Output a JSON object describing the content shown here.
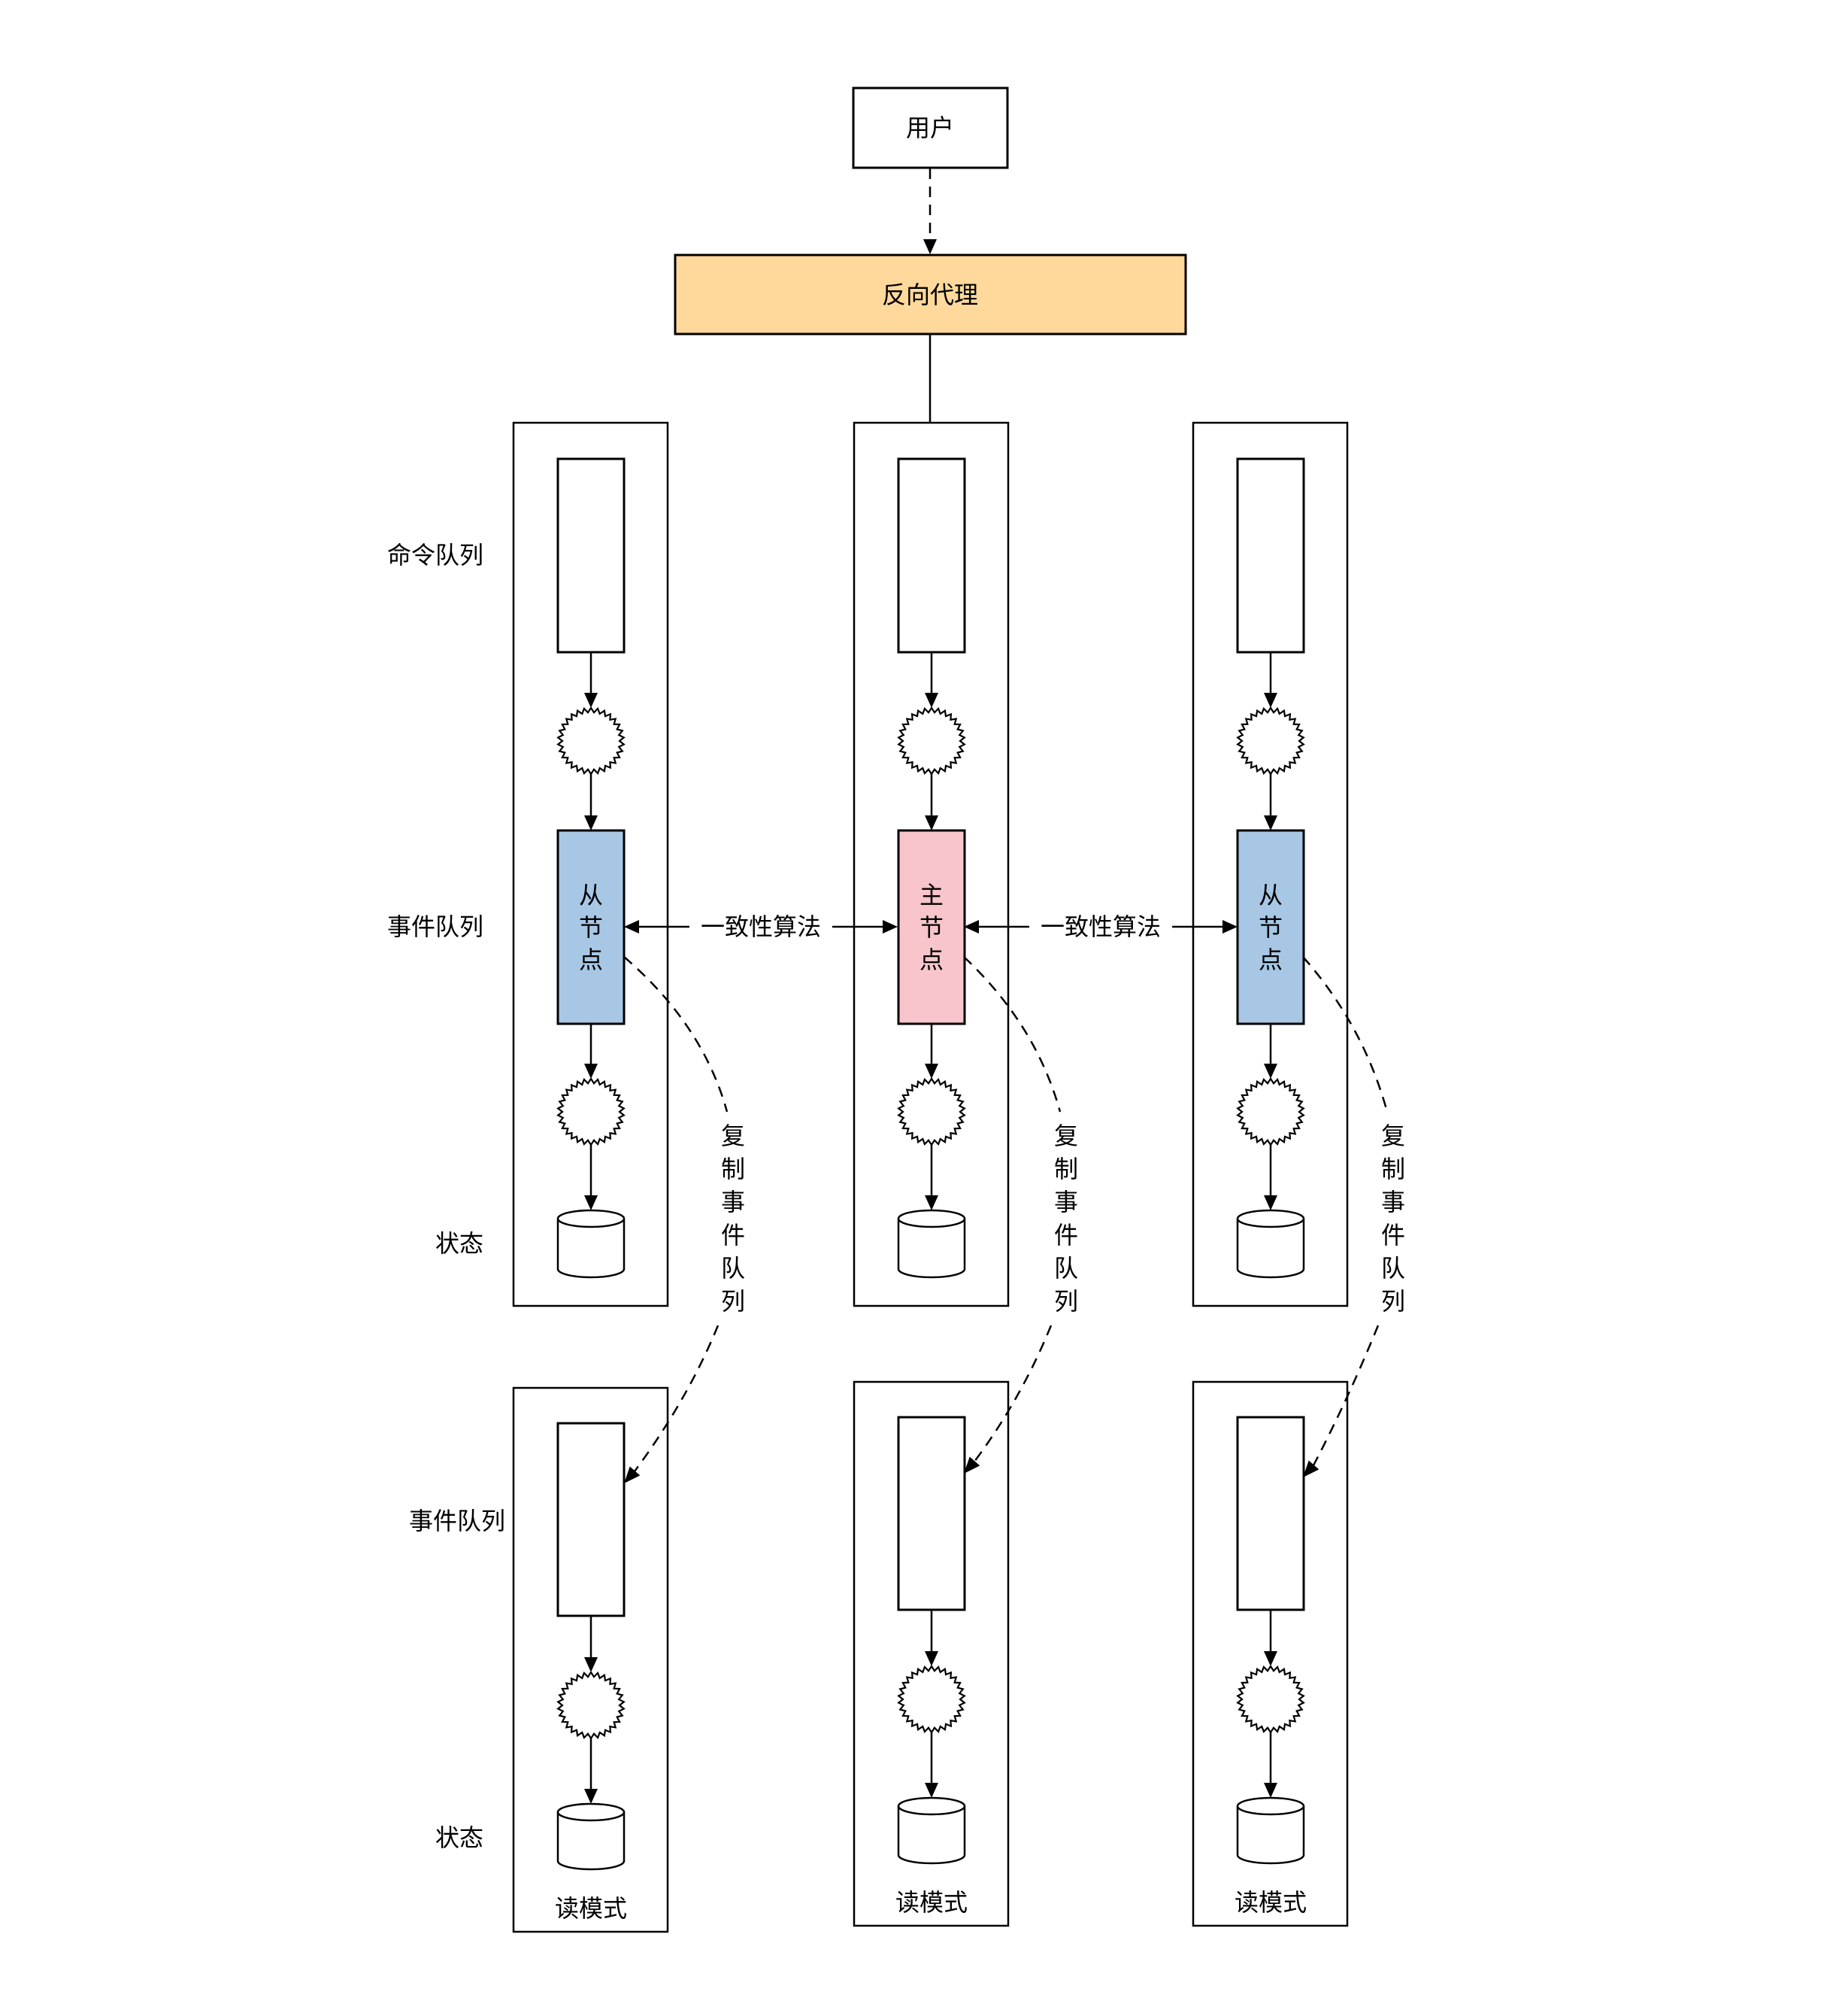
{
  "top": {
    "user_label": "用户",
    "proxy_label": "反向代理",
    "proxy_color": "#FFD99B"
  },
  "row_labels": {
    "command_queue": "命令队列",
    "event_queue": "事件队列",
    "state": "状态",
    "read_event_queue": "事件队列",
    "read_state": "状态"
  },
  "nodes": [
    {
      "label": "从节点",
      "chars": [
        "从",
        "节",
        "点"
      ],
      "role": "follower",
      "color": "#A7C7E5"
    },
    {
      "label": "主节点",
      "chars": [
        "主",
        "节",
        "点"
      ],
      "role": "leader",
      "color": "#F8C5CC"
    },
    {
      "label": "从节点",
      "chars": [
        "从",
        "节",
        "点"
      ],
      "role": "follower",
      "color": "#A7C7E5"
    }
  ],
  "consensus_label": "一致性算法",
  "replicate": {
    "label": "复制事件队列",
    "chars": [
      "复",
      "制",
      "事",
      "件",
      "队",
      "列"
    ]
  },
  "read_model_label": "读模式"
}
